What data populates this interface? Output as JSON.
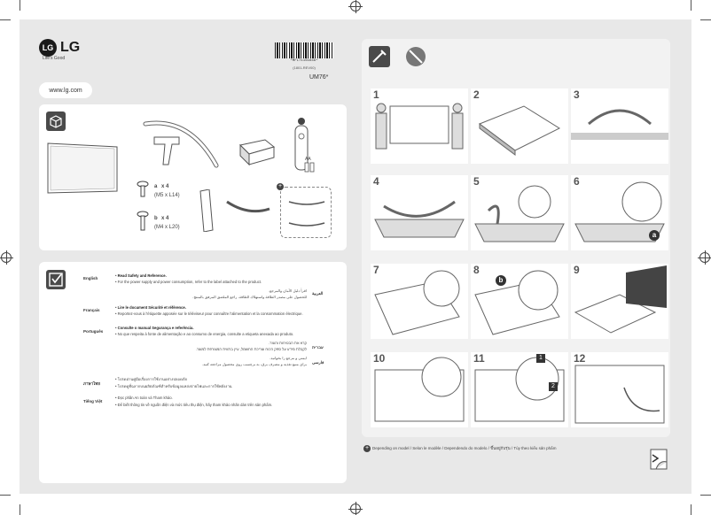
{
  "brand": {
    "logo_mark": "LG",
    "logo_word": "LG",
    "tagline": "Life's Good"
  },
  "barcode": {
    "number": "*MFL71161849*",
    "code": "(1801-REV00)"
  },
  "model": "UM76*",
  "website": "www.lg.com",
  "accessories": {
    "screw_a_qty": "x 4",
    "screw_a_size": "(M5 x L14)",
    "screw_a_letter": "a",
    "screw_b_qty": "x 4",
    "screw_b_size": "(M4 x L20)",
    "screw_b_letter": "b",
    "battery_label": "AA"
  },
  "safety": {
    "english_label": "English",
    "english_1": "Read Safety and Reference.",
    "english_2": "For the power supply and power consumption, refer to the label attached to the product.",
    "francais_label": "Français",
    "francais_1": "Lire le document Sécurité et référence.",
    "francais_2": "Reportez-vous à l'étiquette apposée sur le téléviseur pour connaître l'alimentation et la consommation électrique.",
    "portugues_label": "Português",
    "portugues_1": "Consulte o manual Segurança e referência.",
    "portugues_2": "No que respeita à fonte de alimentação e ao consumo de energia, consulte a etiqueta anexada ao produto.",
    "thai_label": "ภาษาไทย",
    "thai_1": "โปรดอ่านคู่มือเรื่องการใช้งานอย่างปลอดภัย",
    "thai_2": "โปรดดูที่ฉลากบนผลิตภัณฑ์สำหรับข้อมูลแหล่งจ่ายไฟและการใช้พลังงาน",
    "viet_label": "Tiếng Việt",
    "viet_1": "Đọc phần An toàn và Tham khảo.",
    "viet_2": "Để biết thông tin về nguồn điện và mức tiêu thụ điện, hãy tham khảo nhãn dán trên sản phẩm.",
    "arabic_label": "العربية",
    "arabic_1": "اقرأ دليل الأمان والمرجع.",
    "arabic_2": "للحصول على مصدر الطاقة واستهلاك الطاقة، راجع الملصق المرفق بالمنتج.",
    "hebrew_label": "עברית",
    "hebrew_1": "קרא את הבטיחות והעזר.",
    "hebrew_2": "לקבלת מידע על ספק הכוח וצריכת החשמל, עיין בתווית המצורפת למוצר.",
    "farsi_label": "فارسی",
    "farsi_1": "ایمنی و مرجع را بخوانید.",
    "farsi_2": "برای منبع تغذیه و مصرف برق، به برچسب روی محصول مراجعه کنید."
  },
  "steps": [
    "1",
    "2",
    "3",
    "4",
    "5",
    "6",
    "7",
    "8",
    "9",
    "10",
    "11",
    "12"
  ],
  "step_callouts": {
    "step6": "a",
    "step8": "b",
    "step11_top": "1",
    "step11_bottom": "2"
  },
  "footer_note": "Depending on model / Selon le modèle / Dependendo do modelo / ขึ้นอยู่กับรุ่น / Tùy theo kiểu sản phẩm",
  "colors": {
    "sheet": "#e8e8e8",
    "panel": "#ffffff",
    "ink": "#333333",
    "icon": "#4a4a4a",
    "accent_green": "#5a8a3a"
  }
}
